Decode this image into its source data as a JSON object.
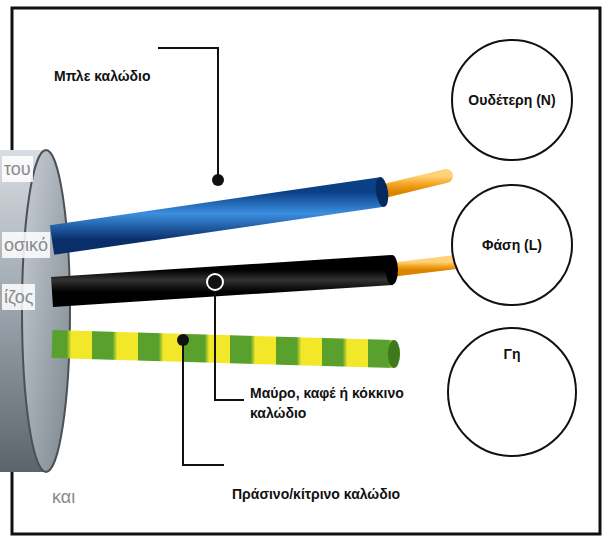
{
  "diagram": {
    "nodes": [
      {
        "text": [
          "Ουδέτερη (N)"
        ]
      },
      {
        "text": [
          "Φάση (L)"
        ]
      },
      {
        "text": [
          "Γη"
        ]
      }
    ],
    "labels": [
      "Μπλε καλώδιο",
      "Μαύρο, καφέ ή κόκκινο καλώδιο",
      "Πράσινο/κίτρινο καλώδιο",
      "του",
      "οσικό",
      "ίζος",
      "και"
    ]
  }
}
